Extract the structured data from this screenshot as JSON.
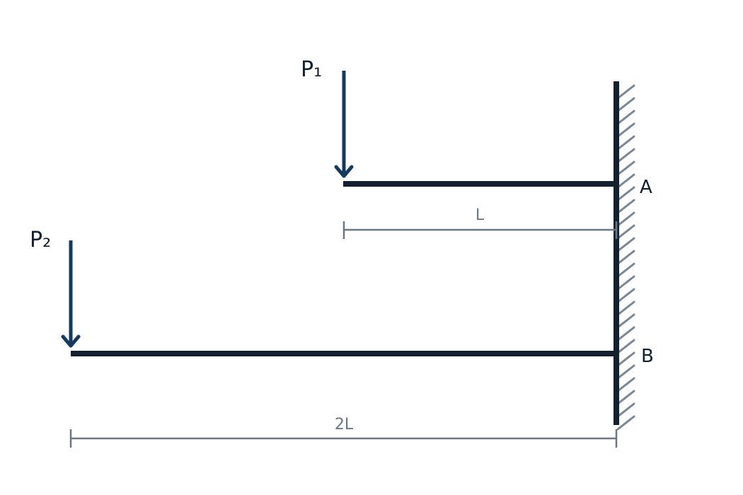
{
  "labels": {
    "p1": "P₁",
    "p2": "P₂",
    "point_a": "A",
    "point_b": "B",
    "dim_upper": "L",
    "dim_lower": "2L"
  },
  "colors": {
    "background": "#ffffff",
    "beam": "#14202e",
    "load": "#163a5f",
    "dimension": "#6b7785",
    "hatch": "#7a8794",
    "text": "#14202e"
  }
}
